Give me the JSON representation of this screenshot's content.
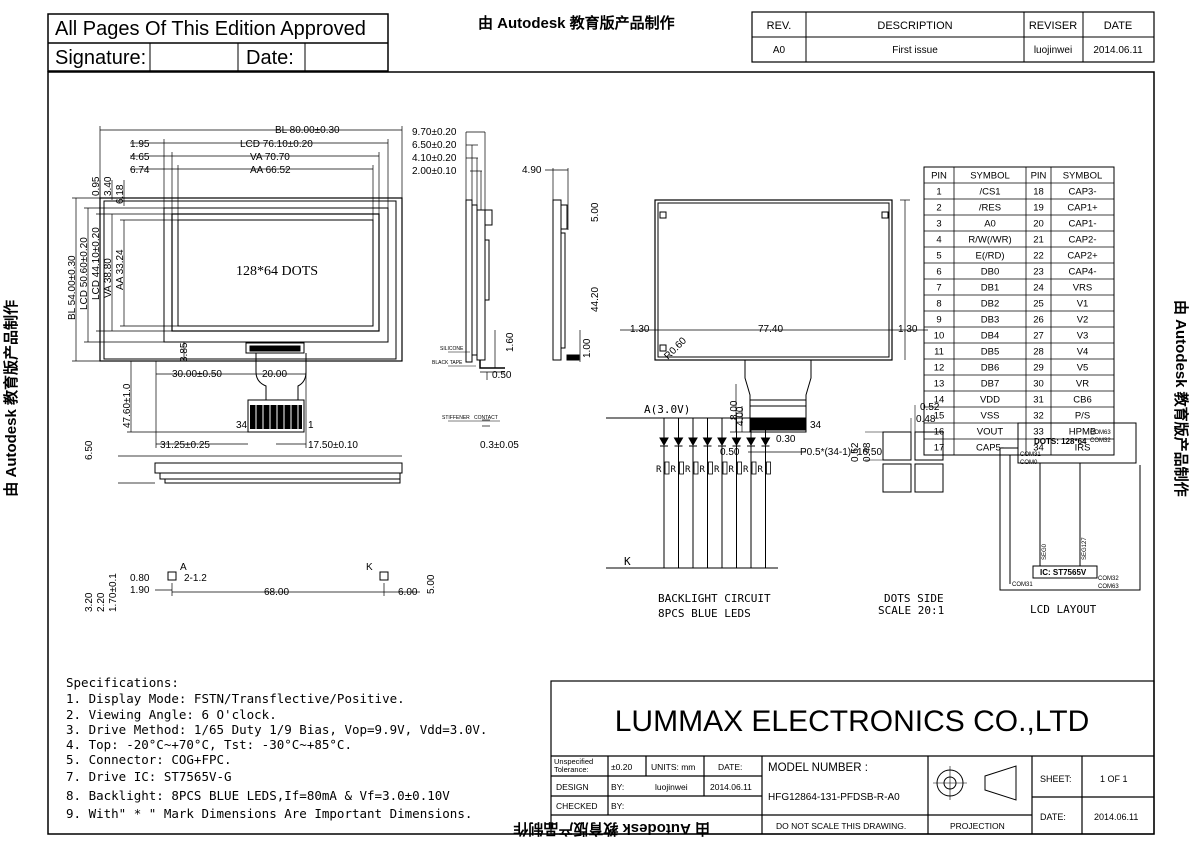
{
  "approval": {
    "title": "All Pages Of This Edition Approved",
    "signature_label": "Signature:",
    "date_label": "Date:"
  },
  "watermark": {
    "text": "由 Autodesk 教育版产品制作"
  },
  "revision": {
    "headers": [
      "REV.",
      "DESCRIPTION",
      "REVISER",
      "DATE"
    ],
    "row": [
      "A0",
      "First issue",
      "luojinwei",
      "2014.06.11"
    ]
  },
  "front_view": {
    "top_dims": [
      "BL 80.00±0.30",
      "LCD 76.10±0.20",
      "VA 70.70",
      "AA 66.52"
    ],
    "left_offsets": [
      "1.95",
      "4.65",
      "6.74"
    ],
    "vertical_dims": [
      "BL 54.00±0.30",
      "LCD 50.60±0.20",
      "LCD 44.10±0.20",
      "VA 38.80",
      "AA 33.24"
    ],
    "top_offsets": [
      "0.95",
      "3.40",
      "6.18"
    ],
    "display_text": "128*64 DOTS",
    "bottom_dims": [
      "3.85",
      "30.00±0.50",
      "20.00",
      "47.60±1.0",
      "31.25±0.25",
      "17.50±0.10"
    ],
    "pin_labels": [
      "34",
      "1"
    ]
  },
  "side_view": {
    "dims": [
      "9.70±0.20",
      "6.50±0.20",
      "4.10±0.20",
      "2.00±0.10"
    ],
    "labels": [
      "SILICONE",
      "BLACK TAPE",
      "STIFFENER",
      "CONTACT"
    ],
    "bottom_dims": [
      "1.60",
      "0.50",
      "0.3±0.05"
    ]
  },
  "small_side": {
    "dims": [
      "4.90",
      "5.00",
      "1.00"
    ]
  },
  "back_view": {
    "dims": [
      "44.20",
      "1.30",
      "77.40",
      "1.30",
      "R0.60",
      "8.00",
      "4.00",
      "0.30",
      "0.50",
      "P0.5*(34-1)=16.50"
    ],
    "pin_label": "34"
  },
  "pin_table": {
    "headers": [
      "PIN",
      "SYMBOL",
      "PIN",
      "SYMBOL"
    ],
    "rows": [
      [
        "1",
        "/CS1",
        "18",
        "CAP3-"
      ],
      [
        "2",
        "/RES",
        "19",
        "CAP1+"
      ],
      [
        "3",
        "A0",
        "20",
        "CAP1-"
      ],
      [
        "4",
        "R/W(/WR)",
        "21",
        "CAP2-"
      ],
      [
        "5",
        "E(/RD)",
        "22",
        "CAP2+"
      ],
      [
        "6",
        "DB0",
        "23",
        "CAP4-"
      ],
      [
        "7",
        "DB1",
        "24",
        "VRS"
      ],
      [
        "8",
        "DB2",
        "25",
        "V1"
      ],
      [
        "9",
        "DB3",
        "26",
        "V2"
      ],
      [
        "10",
        "DB4",
        "27",
        "V3"
      ],
      [
        "11",
        "DB5",
        "28",
        "V4"
      ],
      [
        "12",
        "DB6",
        "29",
        "V5"
      ],
      [
        "13",
        "DB7",
        "30",
        "VR"
      ],
      [
        "14",
        "VDD",
        "31",
        "CB6"
      ],
      [
        "15",
        "VSS",
        "32",
        "P/S"
      ],
      [
        "16",
        "VOUT",
        "33",
        "HPMB"
      ],
      [
        "17",
        "CAP5-",
        "34",
        "IRS"
      ]
    ]
  },
  "bottom_view": {
    "dims": [
      "6.50",
      "3.20",
      "2.20",
      "1.70±0.1",
      "0.80",
      "1.90",
      "2-1.2",
      "68.00",
      "6.00",
      "5.00"
    ],
    "labels": [
      "A",
      "K"
    ]
  },
  "backlight": {
    "anode": "A(3.0V)",
    "cathode": "K",
    "resistor": "R",
    "caption_1": "BACKLIGHT CIRCUIT",
    "caption_2": "8PCS BLUE LEDS"
  },
  "dots_side": {
    "dims": [
      "0.52",
      "0.48",
      "0.52",
      "0.48"
    ],
    "caption_1": "DOTS SIDE",
    "caption_2": "SCALE 20:1"
  },
  "lcd_layout": {
    "dots": "DOTS: 128*64",
    "ic": "IC: ST7565V",
    "caption": "LCD LAYOUT",
    "com_labels": [
      "COM63",
      "COM32",
      "COM31",
      "COM0",
      "COM31",
      "COM32",
      "COM63",
      "SEG0",
      "SEG127"
    ]
  },
  "specs": {
    "title": "Specifications:",
    "items": [
      "1. Display Mode: FSTN/Transflective/Positive.",
      "2. Viewing Angle:  6 O'clock.",
      "3. Drive Method: 1/65 Duty 1/9 Bias, Vop=9.9V, Vdd=3.0V.",
      "4. Top: -20°C~+70°C, Tst: -30°C~+85°C.",
      "5. Connector:  COG+FPC.",
      "7. Drive IC: ST7565V-G",
      "8. Backlight: 8PCS BLUE LEDS,If=80mA & Vf=3.0±0.10V",
      "9. With\" * \" Mark Dimensions Are Important Dimensions."
    ]
  },
  "title_block": {
    "company": "LUMMAX ELECTRONICS CO.,LTD",
    "tolerance_label": "Unspecified Tolerance:",
    "tolerance_value": "±0.20",
    "units_label": "UNITS: mm",
    "date_label": "DATE:",
    "design_label": "DESIGN",
    "by_label": "BY:",
    "designer": "luojinwei",
    "design_date": "2014.06.11",
    "checked_label": "CHECKED",
    "model_label": "MODEL NUMBER :",
    "model_number": "HFG12864-131-PFDSB-R-A0",
    "no_scale": "DO NOT SCALE THIS DRAWING.",
    "projection": "PROJECTION",
    "sheet_label": "SHEET:",
    "sheet_value": "1 OF 1",
    "date_label2": "DATE:",
    "date_value": "2014.06.11"
  }
}
